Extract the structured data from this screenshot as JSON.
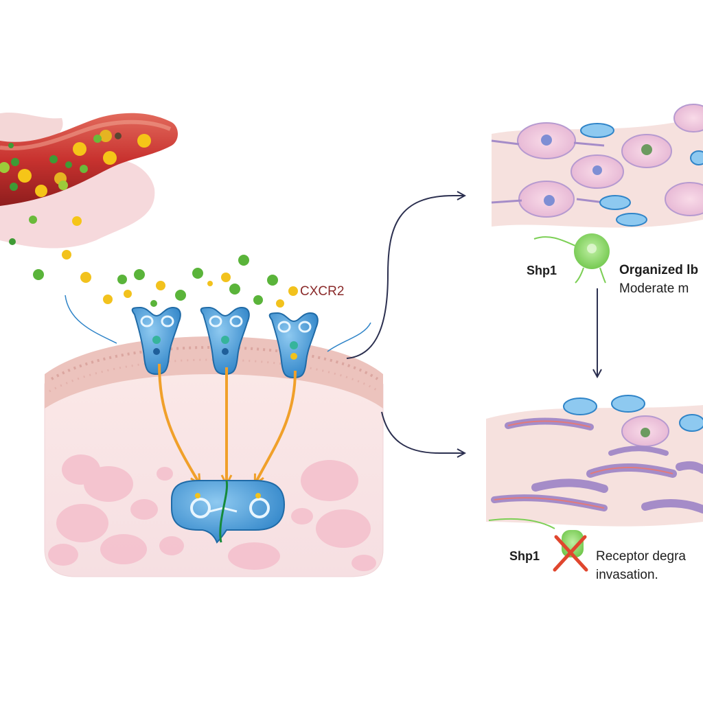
{
  "receptor_label": "CXCR2",
  "top_panel": {
    "protein_label": "Shp1",
    "text_line1": "Organized lb",
    "text_line2": "Moderate m"
  },
  "bottom_panel": {
    "protein_label": "Shp1",
    "text_line1": "Receptor degra",
    "text_line2": "invasation."
  },
  "colors": {
    "vessel": "#c8322f",
    "receptor": "#3a8fd0",
    "signal_arrow": "#f0a02a",
    "tissue": "#f6dde0",
    "membrane": "#e9b8b4",
    "flow_arrow": "#2b2f4f",
    "shp1_active": "#8ed96a",
    "inhibit_cross": "#e0462e"
  }
}
